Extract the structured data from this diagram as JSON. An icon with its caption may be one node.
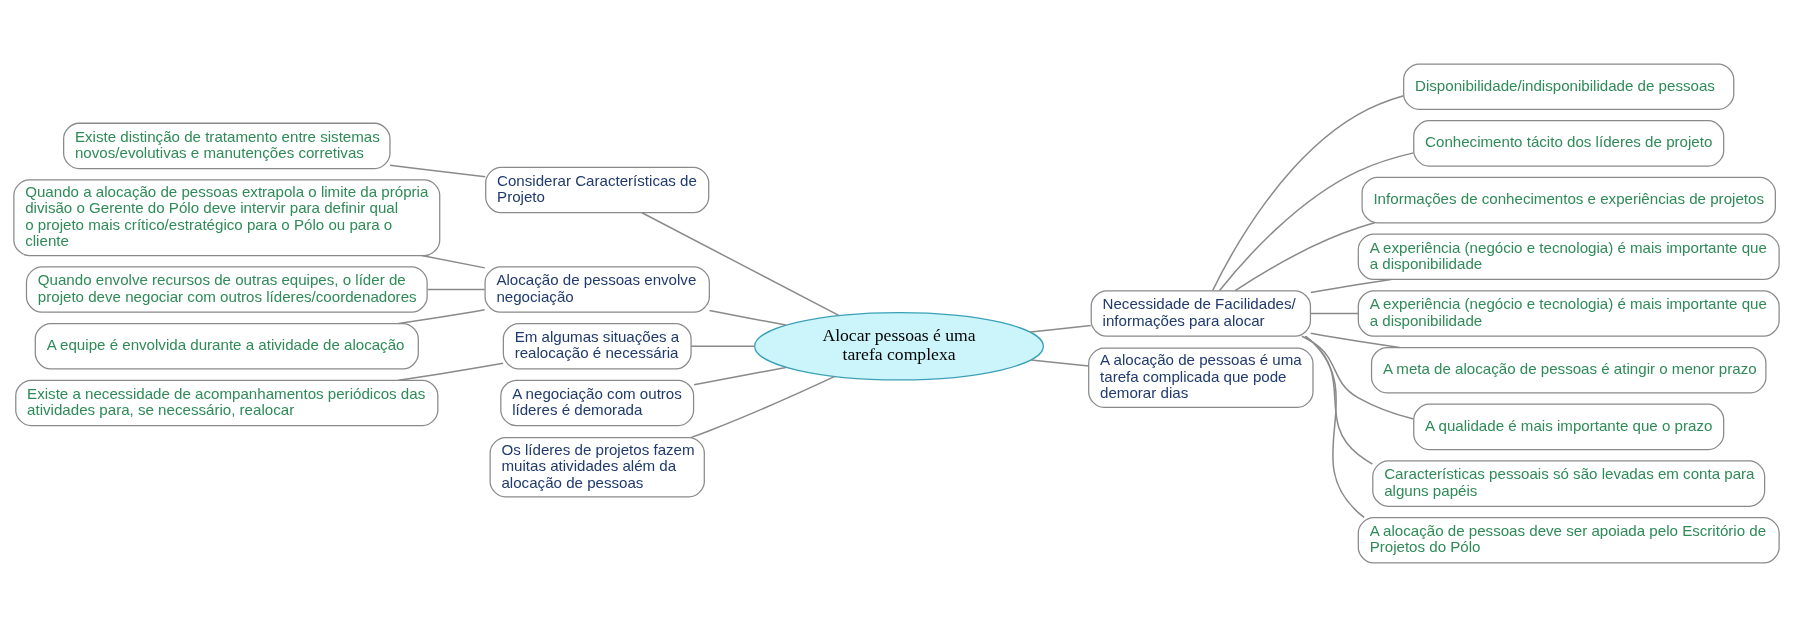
{
  "diagram": {
    "nodes": [
      {
        "text": [
          "Alocar pessoas é uma tarefa complexa"
        ]
      },
      {
        "text": [
          "Considerar Características de Projeto"
        ]
      },
      {
        "text": [
          "Existe distinção de tratamento entre sistemas novos/evolutivas e manutenções corretivas"
        ]
      },
      {
        "text": [
          "Alocação de pessoas envolve negociação"
        ]
      },
      {
        "text": [
          "Quando a alocação de pessoas extrapola o limite da própria divisão o Gerente do Pólo deve intervir para definir qual o projeto mais crítico/estratégico para o Pólo ou para o cliente"
        ]
      },
      {
        "text": [
          "Quando envolve recursos de outras equipes, o líder de projeto deve negociar com outros líderes/coordenadores"
        ]
      },
      {
        "text": [
          "A equipe é envolvida durante a atividade de alocação"
        ]
      },
      {
        "text": [
          "Em algumas situações a realocação é necessária"
        ]
      },
      {
        "text": [
          "Existe a necessidade de acompanhamentos periódicos das atividades para, se necessário, realocar"
        ]
      },
      {
        "text": [
          "A negociação com outros líderes é demorada"
        ]
      },
      {
        "text": [
          "Os líderes de projetos fazem muitas atividades além da alocação de pessoas"
        ]
      },
      {
        "text": [
          "Necessidade de Facilidades/ informações para alocar"
        ]
      },
      {
        "text": [
          "Disponibilidade/indisponibilidade de pessoas"
        ]
      },
      {
        "text": [
          "Conhecimento tácito dos líderes de projeto"
        ]
      },
      {
        "text": [
          "Informações de conhecimentos e experiências de projetos"
        ]
      },
      {
        "text": [
          "A experiência (negócio e tecnologia) é mais importante que a disponibilidade"
        ]
      },
      {
        "text": [
          "A experiência (negócio e tecnologia) é mais importante que a disponibilidade"
        ]
      },
      {
        "text": [
          "A meta de alocação de pessoas é atingir o menor prazo"
        ]
      },
      {
        "text": [
          "A qualidade é mais importante que o prazo"
        ]
      },
      {
        "text": [
          "Características pessoais só são levadas em conta para alguns papéis"
        ]
      },
      {
        "text": [
          "A alocação de pessoas deve ser apoiada pelo Escritório de Projetos do Pólo"
        ]
      },
      {
        "text": [
          "A alocação de pessoas é uma tarefa complicada que pode demorar dias"
        ]
      }
    ],
    "edges": [
      {
        "from": 2,
        "to": 1,
        "arrow": "none"
      },
      {
        "from": 1,
        "to": 0,
        "arrow": "none"
      },
      {
        "from": 4,
        "to": 3,
        "arrow": "none"
      },
      {
        "from": 5,
        "to": 3,
        "arrow": "none"
      },
      {
        "from": 6,
        "to": 3,
        "arrow": "none"
      },
      {
        "from": 3,
        "to": 0,
        "arrow": "none"
      },
      {
        "from": 8,
        "to": 7,
        "arrow": "none"
      },
      {
        "from": 7,
        "to": 0,
        "arrow": "none"
      },
      {
        "from": 9,
        "to": 0,
        "arrow": "none"
      },
      {
        "from": 10,
        "to": 0,
        "arrow": "none"
      },
      {
        "from": 0,
        "to": 11,
        "arrow": "none"
      },
      {
        "from": 11,
        "to": 12,
        "arrow": "none"
      },
      {
        "from": 11,
        "to": 13,
        "arrow": "none"
      },
      {
        "from": 11,
        "to": 14,
        "arrow": "none"
      },
      {
        "from": 11,
        "to": 15,
        "arrow": "none"
      },
      {
        "from": 11,
        "to": 16,
        "arrow": "none"
      },
      {
        "from": 11,
        "to": 17,
        "arrow": "none"
      },
      {
        "from": 11,
        "to": 18,
        "arrow": "none"
      },
      {
        "from": 11,
        "to": 19,
        "arrow": "none"
      },
      {
        "from": 11,
        "to": 20,
        "arrow": "none"
      },
      {
        "from": 0,
        "to": 21,
        "arrow": "none"
      }
    ]
  }
}
